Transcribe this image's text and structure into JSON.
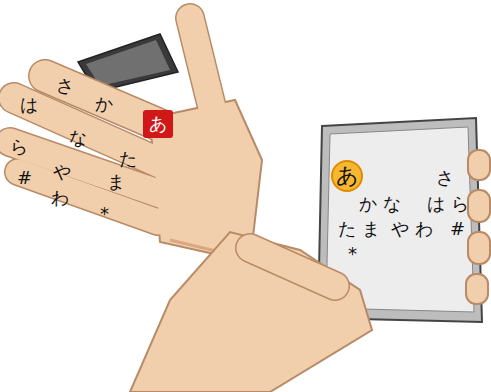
{
  "diagram": {
    "nodes": [
      {
        "text": [
          "あ"
        ]
      },
      {
        "text": [
          "あ"
        ]
      }
    ],
    "labels": [
      "さ",
      "か",
      "は",
      "な",
      "た",
      "ら",
      "や",
      "ま",
      "#",
      "わ",
      "*",
      "さ",
      "か",
      "な",
      "は",
      "ら",
      "た",
      "ま",
      "や",
      "わ",
      "#",
      "*"
    ]
  }
}
